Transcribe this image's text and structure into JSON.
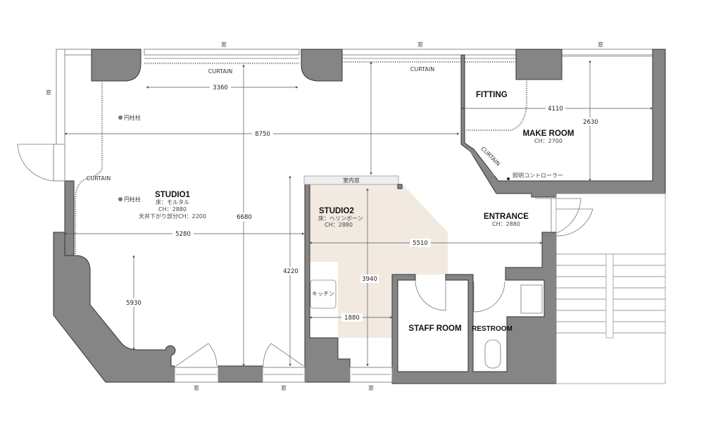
{
  "colors": {
    "wall": "#858585",
    "studio2_floor": "#f2e9e0",
    "line": "#555555"
  },
  "window_label": "窓",
  "interior_window_label": "室内窓",
  "curtain_label": "CURTAIN",
  "pillar_label": "円柱柱",
  "rooms": {
    "studio1": {
      "name": "STUDIO1",
      "floor": "床：モルタル",
      "ch": "CH：2880",
      "lowered": "天井下がり部分CH：2200"
    },
    "studio2": {
      "name": "STUDIO2",
      "floor": "床：ヘリンボーン",
      "ch": "CH：2880"
    },
    "fitting": {
      "name": "FITTING"
    },
    "make_room": {
      "name": "MAKE ROOM",
      "ch": "CH：2700"
    },
    "entrance": {
      "name": "ENTRANCE",
      "ch": "CH：2880"
    },
    "staff_room": {
      "name": "STAFF ROOM"
    },
    "restroom": {
      "name": "RESTROOM"
    },
    "kitchen": {
      "name": "キッチン"
    }
  },
  "lighting_controller": "照明コントローラー",
  "dimensions": {
    "d3360": "3360",
    "d8750": "8750",
    "d5280": "5280",
    "d6680": "6680",
    "d5930": "5930",
    "d4220": "4220",
    "d5510": "5510",
    "d3940": "3940",
    "d1880": "1880",
    "d4110": "4110",
    "d2630": "2630"
  }
}
